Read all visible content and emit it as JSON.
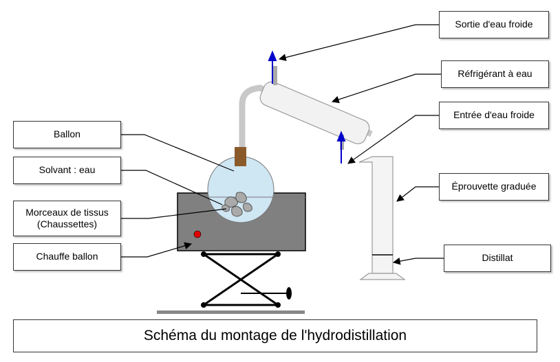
{
  "labels": {
    "sortie_eau": "Sortie d'eau froide",
    "refrigerant": "Réfrigérant à eau",
    "entree_eau": "Entrée d'eau froide",
    "eprouvette": "Éprouvette graduée",
    "distillat": "Distillat",
    "ballon": "Ballon",
    "solvant": "Solvant : eau",
    "morceaux": "Morceaux de tissus\n(Chaussettes)",
    "chauffe": "Chauffe ballon"
  },
  "caption": "Schéma du montage de l'hydrodistillation",
  "colors": {
    "heater": "#808080",
    "flask_liquid": "#cfe6f3",
    "stopper": "#8b5a2b",
    "water_arrow": "#0000cc",
    "indicator": "#e00000",
    "glass": "#e6e6e6"
  }
}
